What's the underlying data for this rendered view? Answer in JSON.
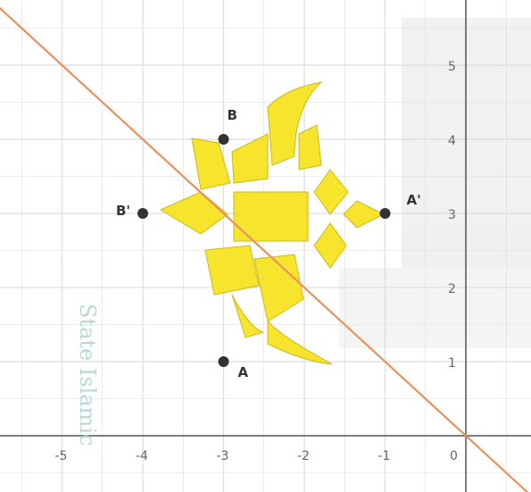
{
  "chart_data": {
    "type": "scatter",
    "title": "",
    "xlabel": "",
    "ylabel": "",
    "xlim": [
      -5.7,
      0.8
    ],
    "ylim": [
      -0.7,
      5.8
    ],
    "grid": true,
    "x_ticks": [
      {
        "value": -5,
        "label": "-5"
      },
      {
        "value": -4,
        "label": "-4"
      },
      {
        "value": -3,
        "label": "-3"
      },
      {
        "value": -2,
        "label": "-2"
      },
      {
        "value": -1,
        "label": "-1"
      },
      {
        "value": 0,
        "label": "0"
      }
    ],
    "y_ticks": [
      {
        "value": 1,
        "label": "1"
      },
      {
        "value": 2,
        "label": "2"
      },
      {
        "value": 3,
        "label": "3"
      },
      {
        "value": 4,
        "label": "4"
      },
      {
        "value": 5,
        "label": "5"
      }
    ],
    "points": [
      {
        "label": "A",
        "x": -3,
        "y": 1
      },
      {
        "label": "B",
        "x": -3,
        "y": 4
      },
      {
        "label": "A'",
        "x": -1,
        "y": 3
      },
      {
        "label": "B'",
        "x": -4,
        "y": 3
      }
    ],
    "line": {
      "slope": -1,
      "intercept": 0
    },
    "colors": {
      "line": "#e8925a",
      "point": "#333333",
      "grid": "#dddddd",
      "axis": "#555555"
    }
  },
  "watermark": {
    "text": "State Islamic",
    "emblem": "yellow-ornament-logo",
    "emblem_color": "#f7e317"
  }
}
